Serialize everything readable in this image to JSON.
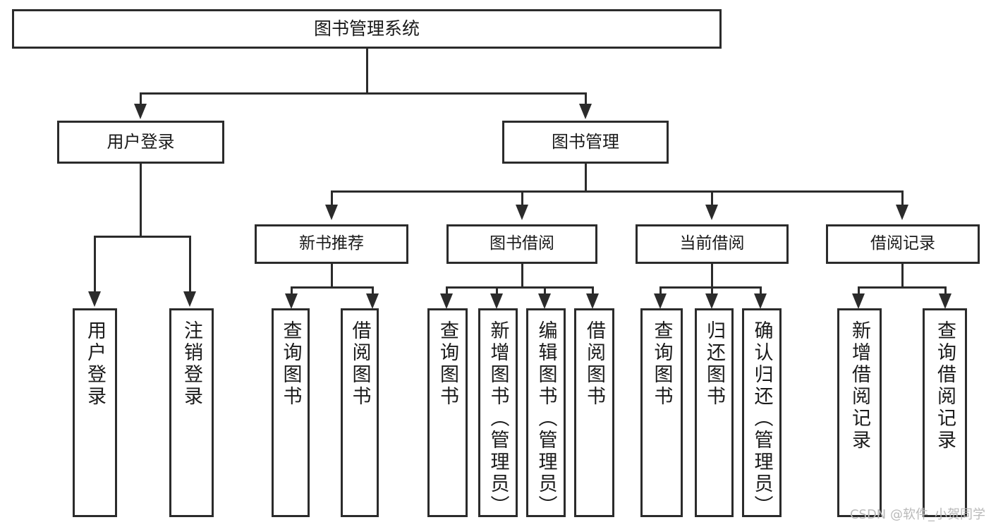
{
  "diagram": {
    "type": "hierarchy-tree",
    "title": "图书管理系统",
    "background_color": "#ffffff",
    "line_color": "#2b2b2b",
    "text_color": "#1a1a1a",
    "levels": {
      "level2": [
        {
          "label": "用户登录"
        },
        {
          "label": "图书管理"
        }
      ],
      "level3": [
        {
          "label": "新书推荐"
        },
        {
          "label": "图书借阅"
        },
        {
          "label": "当前借阅"
        },
        {
          "label": "借阅记录"
        }
      ],
      "leaves": {
        "user_login": [
          {
            "label": "用户登录"
          },
          {
            "label": "注销登录"
          }
        ],
        "new_book_recommend": [
          {
            "label": "查询图书"
          },
          {
            "label": "借阅图书"
          }
        ],
        "book_borrow": [
          {
            "label": "查询图书"
          },
          {
            "label": "新增图书（管理员）"
          },
          {
            "label": "编辑图书（管理员）"
          },
          {
            "label": "借阅图书"
          }
        ],
        "current_borrow": [
          {
            "label": "查询图书"
          },
          {
            "label": "归还图书"
          },
          {
            "label": "确认归还（管理员）"
          }
        ],
        "borrow_record": [
          {
            "label": "新增借阅记录"
          },
          {
            "label": "查询借阅记录"
          }
        ]
      }
    }
  },
  "watermark": {
    "text": "CSDN @软件_小贺同学",
    "color": "#b9b9b9"
  }
}
